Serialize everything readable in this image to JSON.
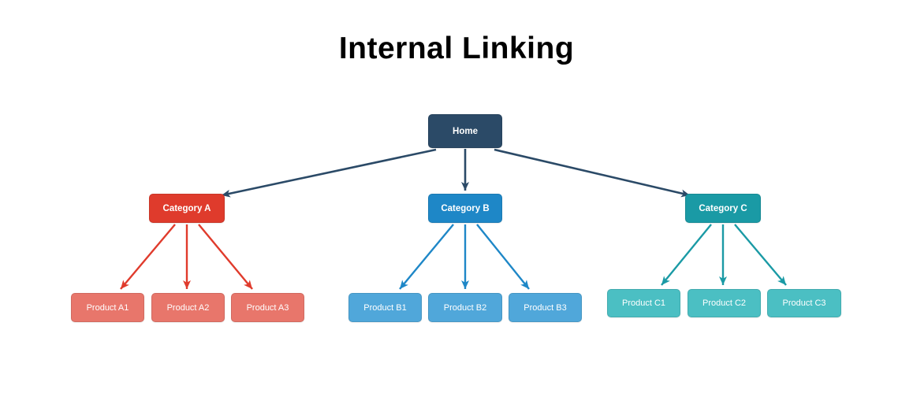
{
  "title": "Internal Linking",
  "colors": {
    "home": "#2B4A67",
    "category_a": "#DF3B2C",
    "product_a": "#E8766B",
    "category_b": "#1E87C7",
    "product_b": "#50A7DA",
    "category_c": "#1A9AA5",
    "product_c": "#4BBFC3",
    "edge_home": "#2B4A67",
    "edge_a": "#E03B2C",
    "edge_b": "#1E87C7",
    "edge_c": "#1A9AA5",
    "node_text": "#FFFFFF",
    "title_text": "#000000"
  },
  "diagram": {
    "home": {
      "label": "Home"
    },
    "groups": [
      {
        "category": {
          "label": "Category A"
        },
        "products": [
          {
            "label": "Product A1"
          },
          {
            "label": "Product A2"
          },
          {
            "label": "Product A3"
          }
        ]
      },
      {
        "category": {
          "label": "Category B"
        },
        "products": [
          {
            "label": "Product B1"
          },
          {
            "label": "Product B2"
          },
          {
            "label": "Product B3"
          }
        ]
      },
      {
        "category": {
          "label": "Category C"
        },
        "products": [
          {
            "label": "Product C1"
          },
          {
            "label": "Product C2"
          },
          {
            "label": "Product C3"
          }
        ]
      }
    ]
  }
}
